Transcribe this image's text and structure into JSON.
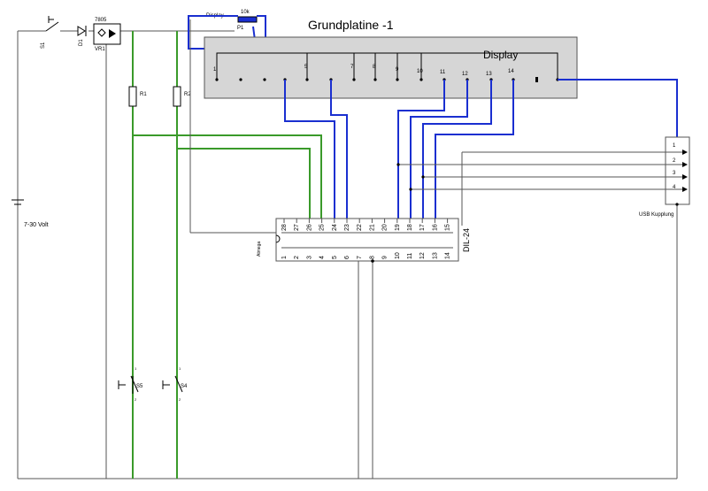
{
  "title": "Grundplatine -1",
  "display": {
    "label": "Display",
    "pins": [
      "1",
      "5",
      "7",
      "8",
      "9",
      "10",
      "11",
      "12",
      "13",
      "14"
    ]
  },
  "regulator": {
    "part": "7805",
    "ref": "VR1"
  },
  "switch_s1": "S1",
  "diode_d1": "D1",
  "battery_label": "7-30 Volt",
  "pot": {
    "value": "10k",
    "ref": "P1",
    "wire_label": "Display"
  },
  "resistors": [
    "R1",
    "R2"
  ],
  "pushbuttons": [
    "S5",
    "S4"
  ],
  "chip": {
    "name": "DIL-24",
    "vendor_label": "Atmega",
    "top_pins": [
      "28",
      "27",
      "26",
      "25",
      "24",
      "23",
      "22",
      "21",
      "20",
      "19",
      "18",
      "17",
      "16",
      "15"
    ],
    "bottom_pins": [
      "1",
      "2",
      "3",
      "4",
      "5",
      "6",
      "7",
      "8",
      "9",
      "10",
      "11",
      "12",
      "13",
      "14"
    ]
  },
  "usb": {
    "label": "USB Kupplung",
    "pins": [
      "1",
      "2",
      "3",
      "4"
    ]
  },
  "pin_small_1": "1",
  "pin_small_2": "2"
}
